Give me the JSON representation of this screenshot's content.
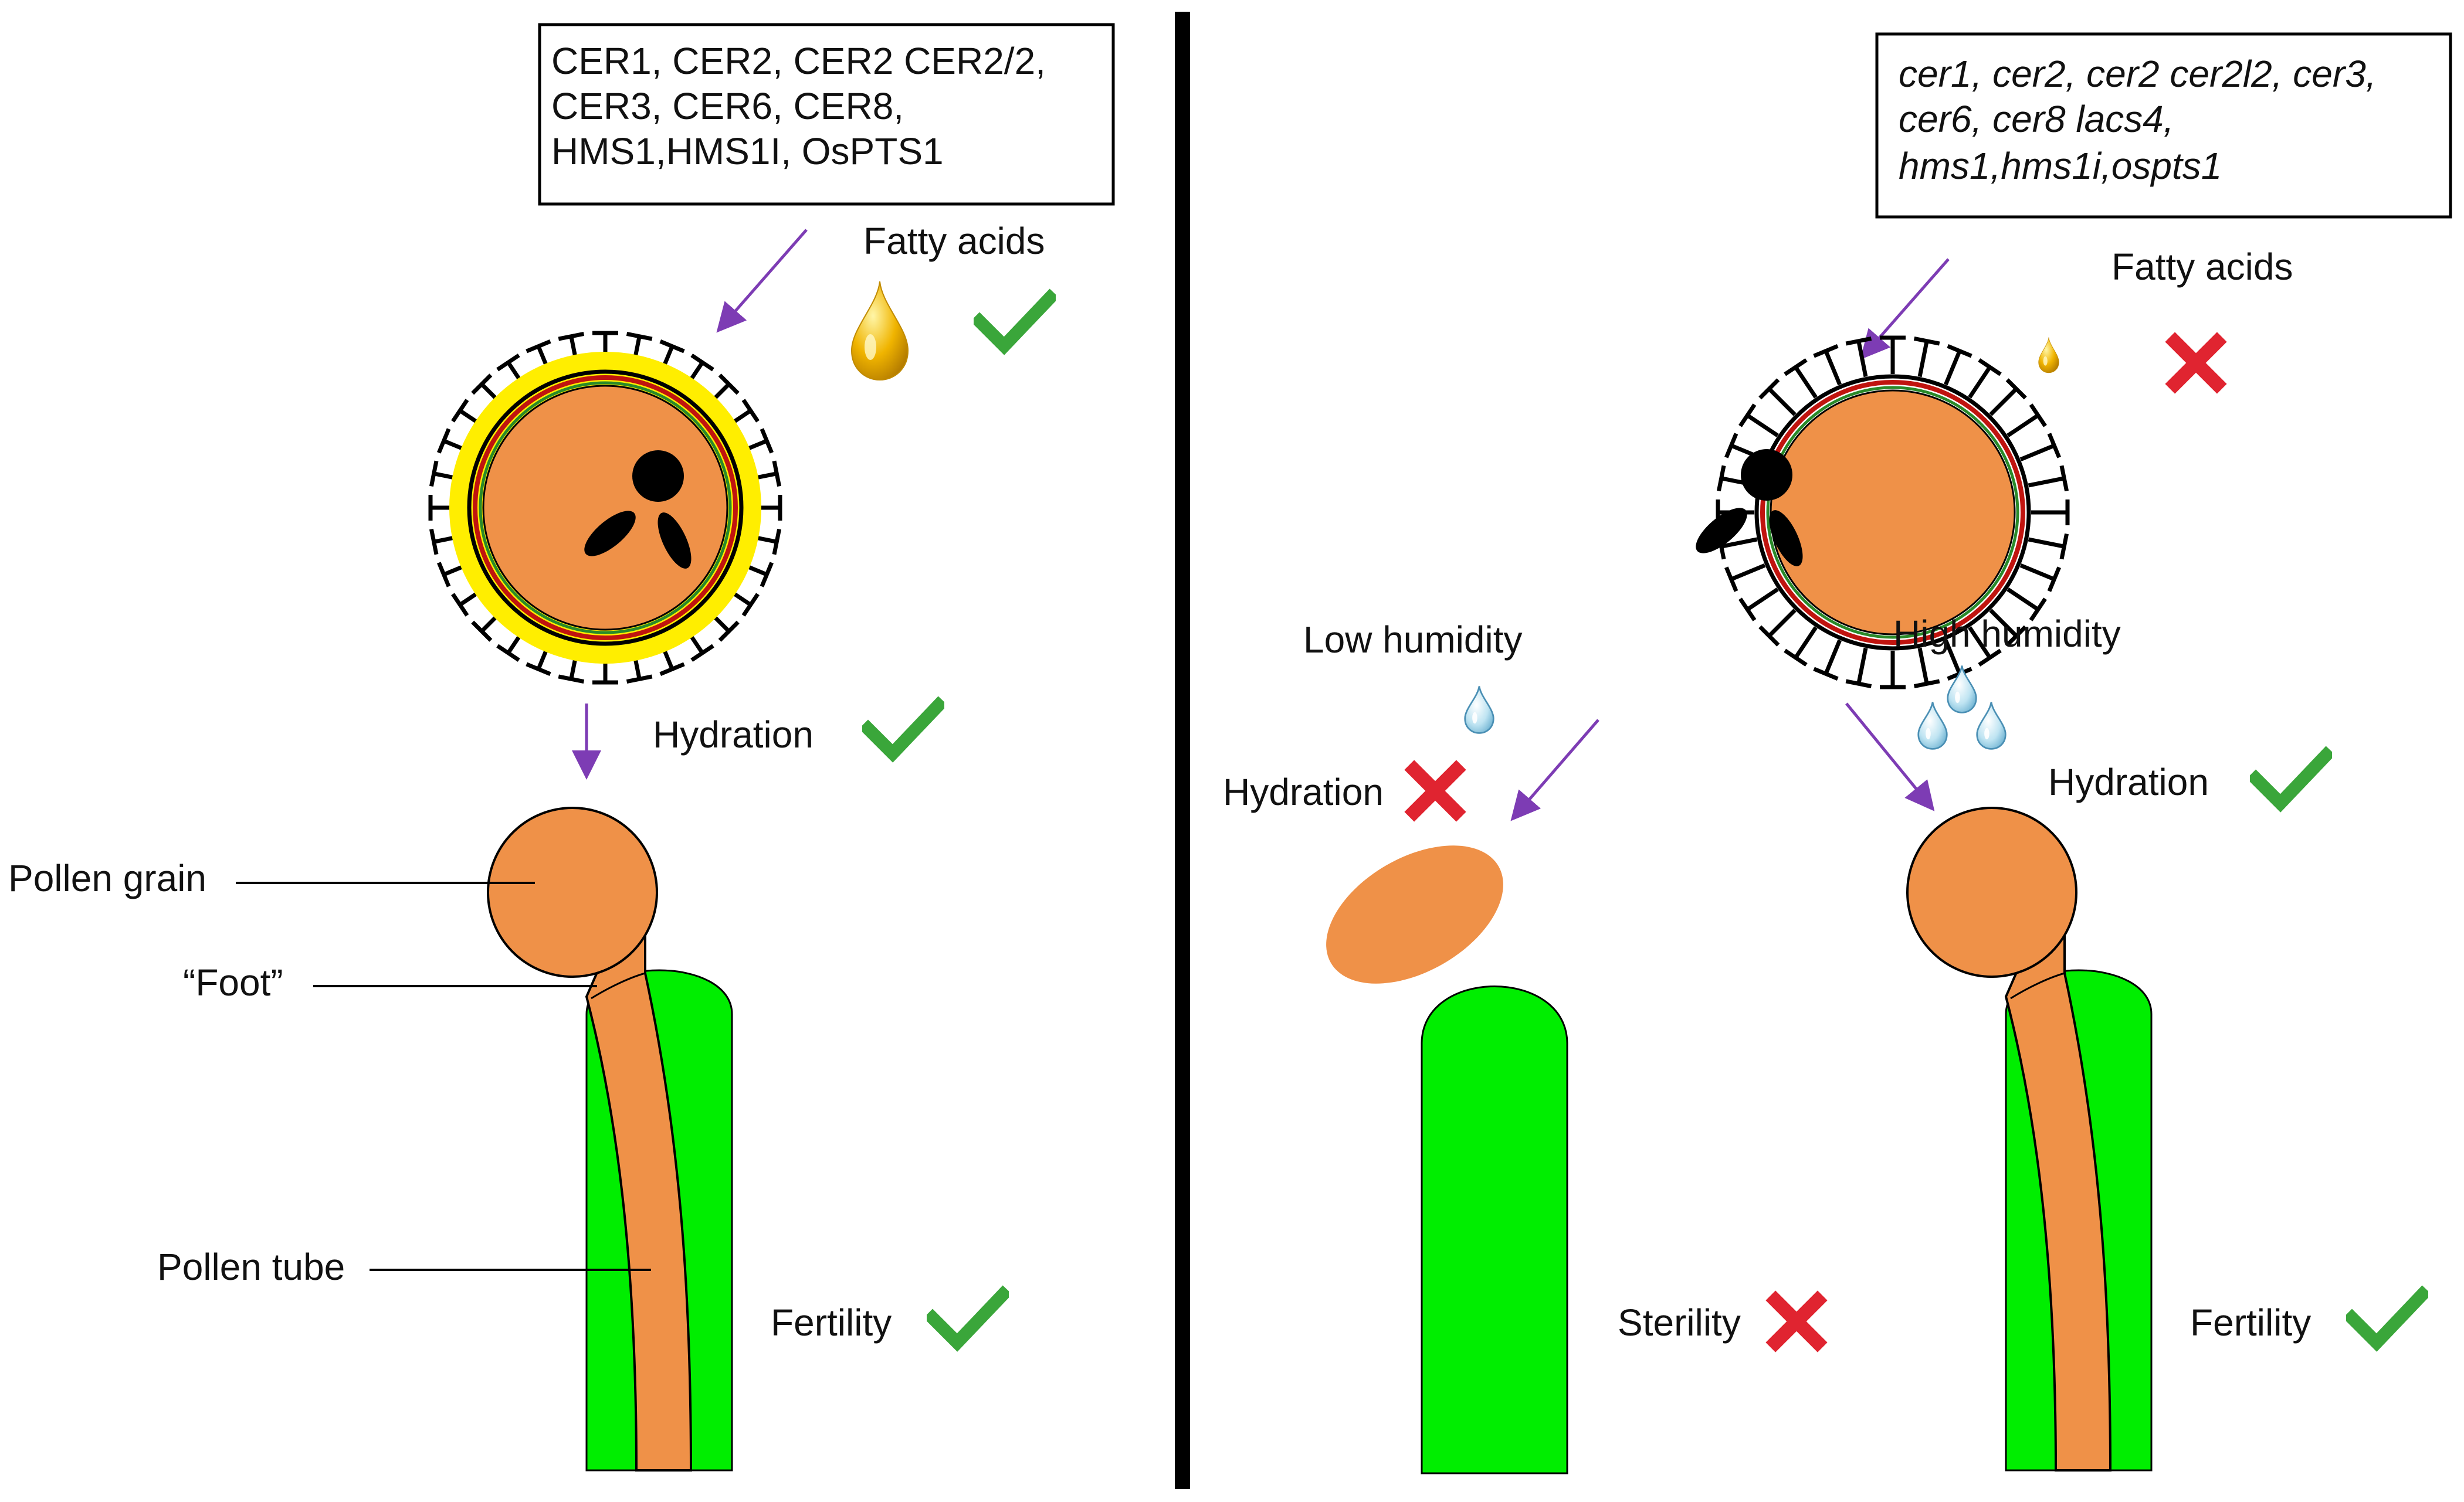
{
  "left_panel": {
    "genes_box": {
      "lines": [
        "CER1, CER2, CER2 CER2/2,",
        "CER3, CER6,  CER8,",
        "HMS1,HMS1I, OsPTS1"
      ]
    },
    "fatty_acids_label": "Fatty acids",
    "hydration_label": "Hydration",
    "fertility_label": "Fertility",
    "callouts": {
      "pollen_grain": "Pollen grain",
      "foot": "“Foot”",
      "pollen_tube": "Pollen tube"
    }
  },
  "right_panel": {
    "genes_box": {
      "lines": [
        "cer1, cer2, cer2 cer2l2, cer3,",
        "cer6, cer8 lacs4,",
        "hms1,hms1i,ospts1"
      ]
    },
    "fatty_acids_label": "Fatty acids",
    "low_humidity_label": "Low humidity",
    "high_humidity_label": "High humidity",
    "hydration_low_label": "Hydration",
    "hydration_high_label": "Hydration",
    "sterility_label": "Sterility",
    "fertility_label": "Fertility"
  },
  "colors": {
    "pollen": "#ef9148",
    "stigma": "#00ee00",
    "lipid_coat": "#ffee00",
    "arrow": "#7d3cb4",
    "check": "#3aa63a",
    "cross": "#e02430",
    "droplet": "#a9d8ec",
    "oil": "#f0b400",
    "divider": "#000000"
  },
  "icons": {
    "check": "check-icon",
    "cross": "cross-icon",
    "oil": "oil-drop-icon",
    "water": "water-drop-icon"
  }
}
